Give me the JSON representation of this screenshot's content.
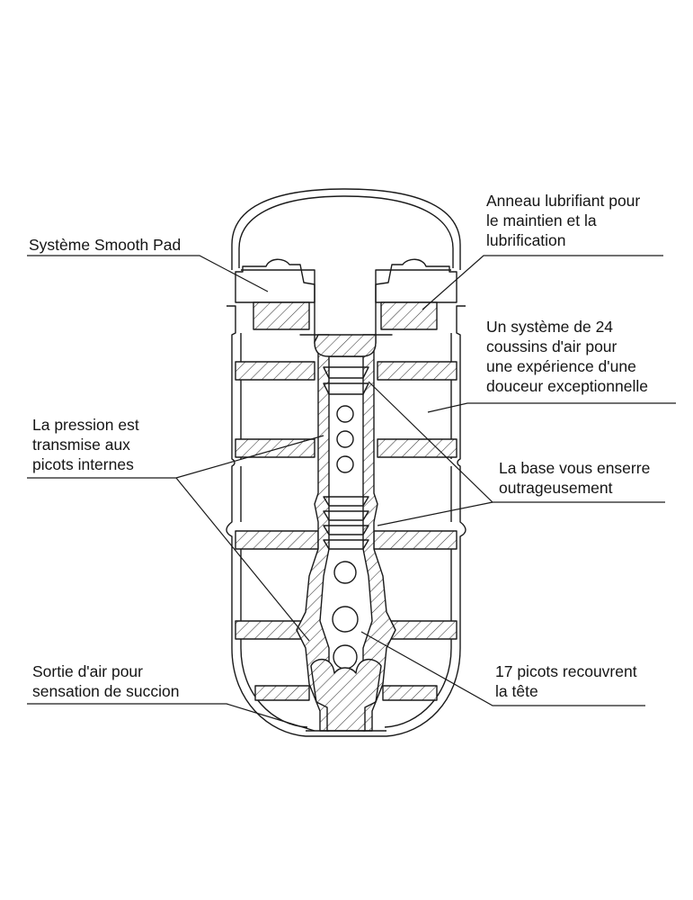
{
  "labels": {
    "smooth_pad": [
      "Système Smooth Pad"
    ],
    "lube_ring": [
      "Anneau lubrifiant pour",
      "le maintien et la",
      "lubrification"
    ],
    "air_cushions": [
      "Un système de 24",
      "coussins d'air pour",
      "une expérience d'une",
      "douceur exceptionnelle"
    ],
    "pressure": [
      "La pression est",
      "transmise aux",
      "picots internes"
    ],
    "base": [
      "La base vous enserre",
      "outrageusement"
    ],
    "air_outlet": [
      "Sortie d'air pour",
      "sensation de succion"
    ],
    "picots": [
      "17 picots recouvrent",
      "la tête"
    ]
  },
  "colors": {
    "line": "#1a1a1a",
    "hatch": "#3a3a3a",
    "background": "#ffffff"
  }
}
